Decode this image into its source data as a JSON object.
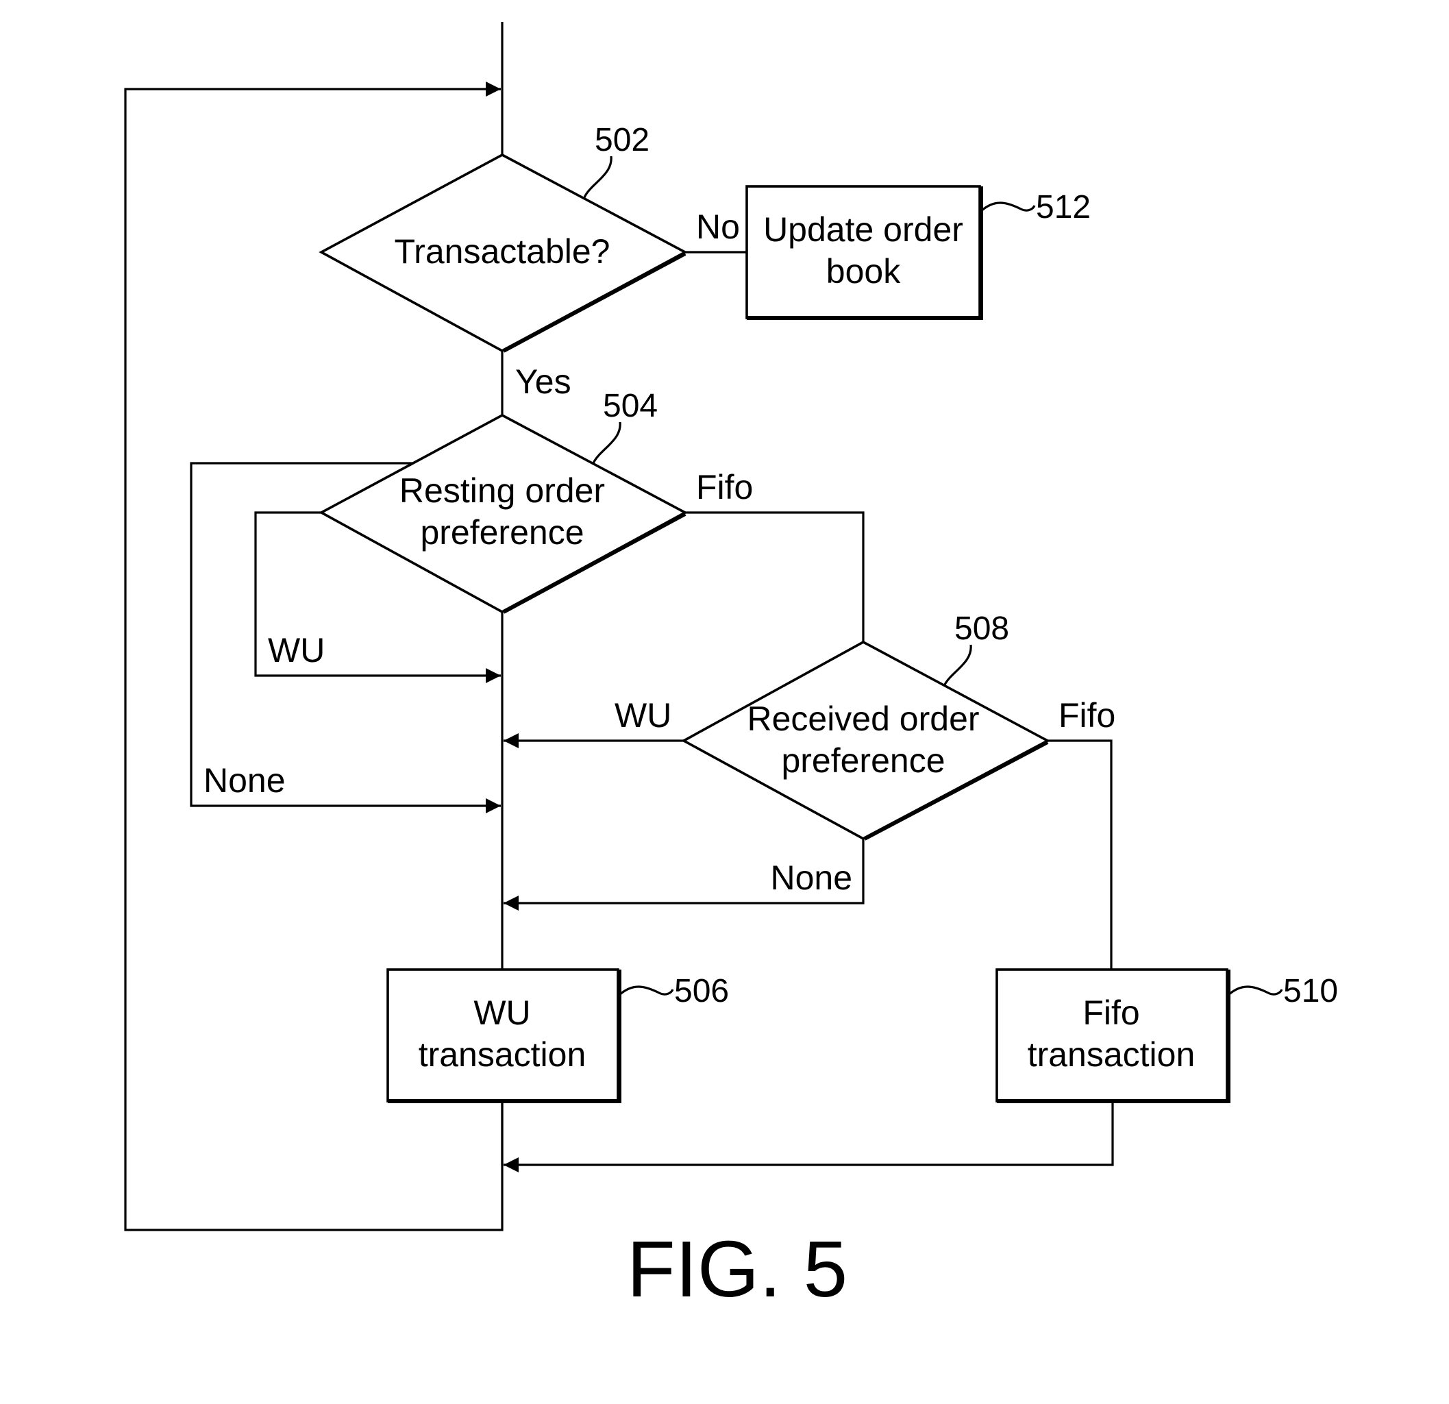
{
  "nodes": {
    "n502": {
      "ref": "502",
      "lines": [
        "Transactable?"
      ]
    },
    "n504": {
      "ref": "504",
      "lines": [
        "Resting order",
        "preference"
      ]
    },
    "n508": {
      "ref": "508",
      "lines": [
        "Received order",
        "preference"
      ]
    },
    "n512": {
      "ref": "512",
      "lines": [
        "Update order",
        "book"
      ]
    },
    "n506": {
      "ref": "506",
      "lines": [
        "WU",
        "transaction"
      ]
    },
    "n510": {
      "ref": "510",
      "lines": [
        "Fifo",
        "transaction"
      ]
    }
  },
  "edges": {
    "e502_no": "No",
    "e502_yes": "Yes",
    "e504_fifo": "Fifo",
    "e504_wu": "WU",
    "e504_none": "None",
    "e508_wu": "WU",
    "e508_fifo": "Fifo",
    "e508_none": "None"
  },
  "figure_label": "FIG. 5"
}
